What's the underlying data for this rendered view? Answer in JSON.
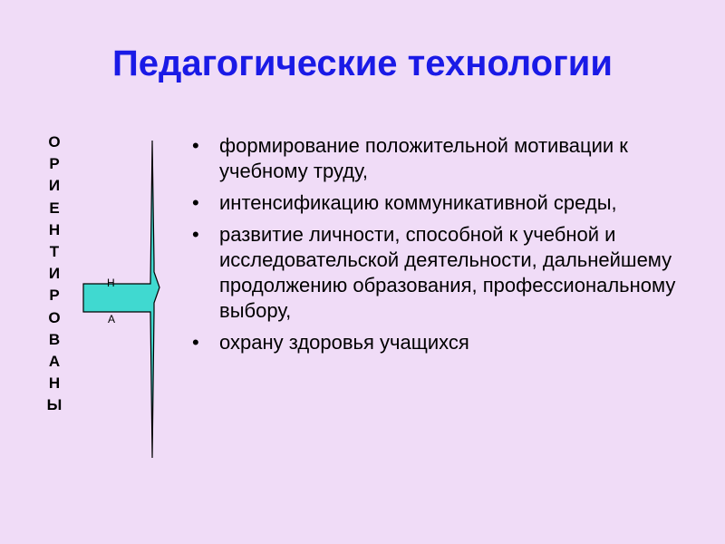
{
  "slide": {
    "title": "Педагогические технологии",
    "vertical_word": [
      "О",
      "Р",
      "И",
      "Е",
      "Н",
      "Т",
      "И",
      "Р",
      "О",
      "В",
      "А",
      "Н",
      "Ы"
    ],
    "arrow_labels": {
      "top": "Н",
      "bottom": "А"
    },
    "bullet_symbol": "•",
    "bullets": [
      "формирование положительной мотивации к учебному труду,",
      "интенсификацию коммуникативной среды,",
      "развитие личности, способной к учебной и исследовательской деятельности, дальнейшему продолжению образования, профессиональному выбору,",
      "охрану здоровья учащихся"
    ]
  },
  "colors": {
    "background": "#f0dcf7",
    "title": "#1a1ae6",
    "arrow_fill": "#40d9d0",
    "text": "#000000"
  }
}
